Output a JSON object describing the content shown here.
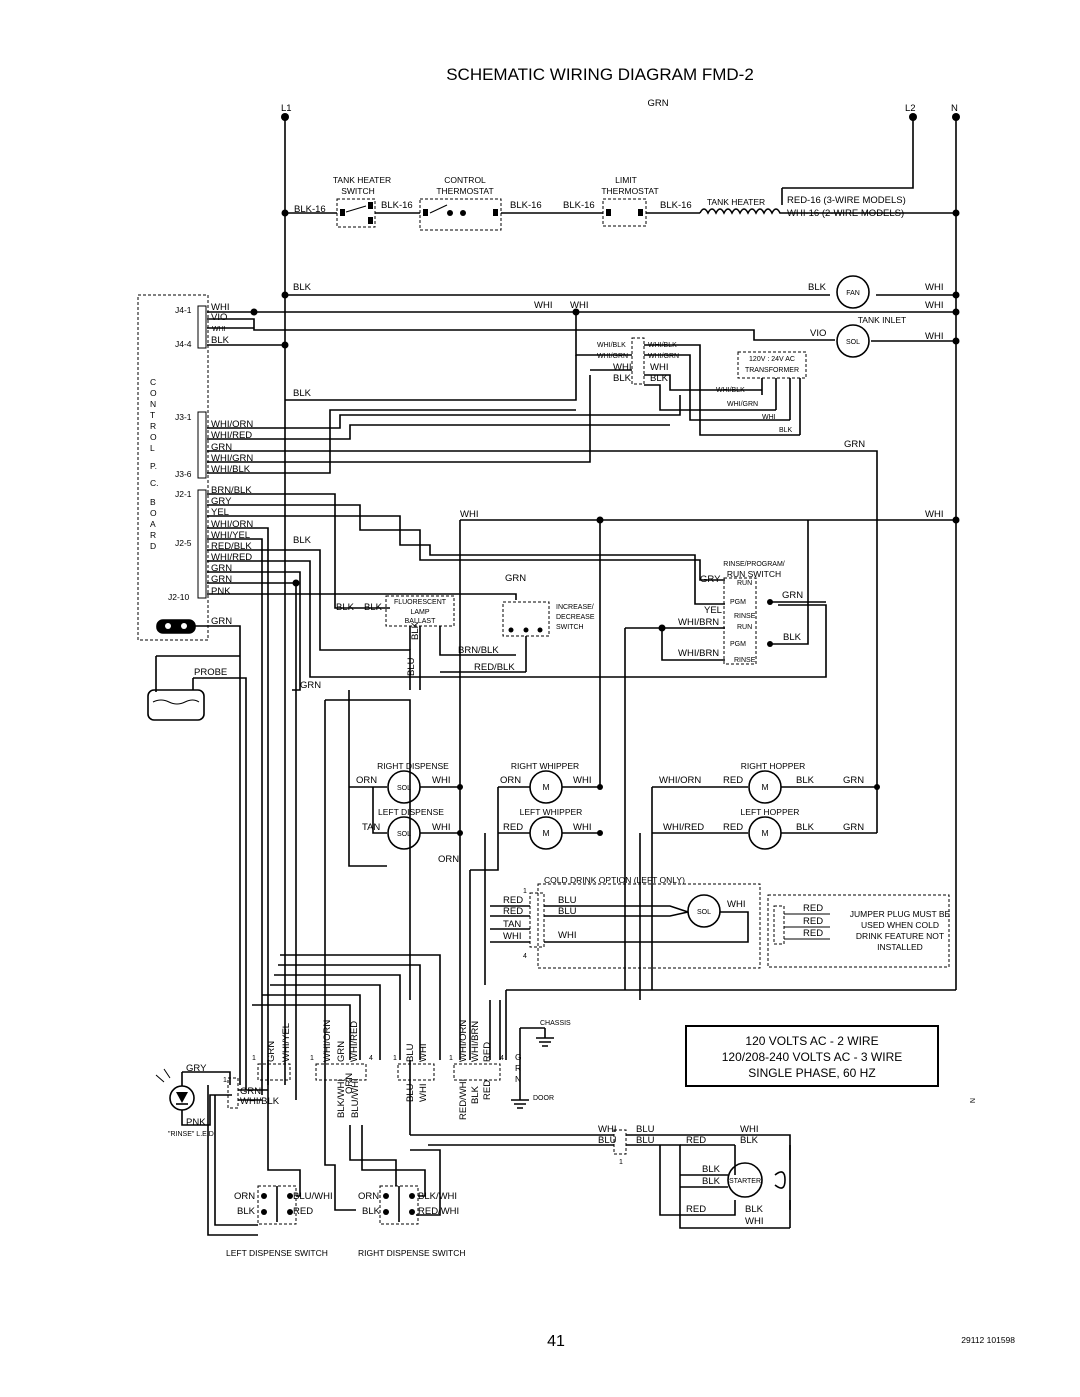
{
  "title": "SCHEMATIC WIRING DIAGRAM  FMD-2",
  "page_number": "41",
  "doc_code": "29112 101598",
  "corner_mark": "N",
  "power_terminals": {
    "l1": "L1",
    "l2": "L2",
    "n": "N",
    "grn": "GRN"
  },
  "top_circuit": {
    "tank_heater_switch": [
      "TANK HEATER",
      "SWITCH"
    ],
    "control_thermostat": [
      "CONTROL",
      "THERMOSTAT"
    ],
    "limit_thermostat": [
      "LIMIT",
      "THERMOSTAT"
    ],
    "tank_heater": "TANK HEATER",
    "wire_blk16": "BLK-16",
    "red16": "RED-16 (3-WIRE MODELS)",
    "whi16": "WHI-16 (2-WIRE MODELS)"
  },
  "control_board": {
    "side_label": [
      "C",
      "O",
      "N",
      "T",
      "R",
      "O",
      "L",
      "",
      "P.",
      "C.",
      "",
      "B",
      "O",
      "A",
      "R",
      "D"
    ],
    "j4_1": "J4-1",
    "j4_4": "J4-4",
    "j3_1": "J3-1",
    "j3_6": "J3-6",
    "j2_1": "J2-1",
    "j2_5": "J2-5",
    "j2_10": "J2-10",
    "j4_wires": [
      "WHI",
      "VIO",
      "WHI",
      "BLK"
    ],
    "j3_wires": [
      "WHI/ORN",
      "WHI/RED",
      "GRN",
      "WHI/GRN",
      "WHI/BLK"
    ],
    "j2_wires": [
      "BRN/BLK",
      "GRY",
      "YEL",
      "WHI/ORN",
      "WHI/YEL",
      "RED/BLK",
      "WHI/RED",
      "GRN",
      "GRN",
      "PNK"
    ],
    "grn_under": "GRN",
    "probe": "PROBE"
  },
  "wire_labels": {
    "blk": "BLK",
    "whi": "WHI",
    "vio": "VIO",
    "grn": "GRN",
    "whiblk": "WHI/BLK",
    "whigrn": "WHI/GRN",
    "brnblk": "BRN/BLK",
    "redblk": "RED/BLK",
    "blu": "BLU",
    "gry": "GRY",
    "yel": "YEL",
    "whibrn": "WHI/BRN",
    "orn": "ORN",
    "tan": "TAN",
    "red": "RED",
    "whiorn": "WHI/ORN",
    "whired": "WHI/RED",
    "pnk": "PNK"
  },
  "components": {
    "fan": "FAN",
    "tank_inlet": "TANK INLET",
    "sol": "SOL",
    "m": "M",
    "transformer": [
      "120V : 24V AC",
      "TRANSFORMER"
    ],
    "ballast": [
      "FLUORESCENT",
      "LAMP",
      "BALLAST"
    ],
    "inc_dec": [
      "INCREASE/",
      "DECREASE",
      "SWITCH"
    ],
    "rinse_switch": [
      "RINSE/PROGRAM/",
      "RUN SWITCH"
    ],
    "run": "RUN",
    "pgm": "PGM",
    "rinse": "RINSE",
    "right_dispense": "RIGHT DISPENSE",
    "left_dispense": "LEFT DISPENSE",
    "right_whipper": "RIGHT WHIPPER",
    "left_whipper": "LEFT WHIPPER",
    "right_hopper": "RIGHT HOPPER",
    "left_hopper": "LEFT HOPPER",
    "cold_drink": "COLD DRINK OPTION (LEFT ONLY)",
    "jumper": [
      "JUMPER PLUG MUST BE",
      "USED WHEN COLD",
      "DRINK FEATURE NOT",
      "INSTALLED"
    ],
    "chassis": "CHASSIS",
    "door": "DOOR",
    "rinse_led": "\"RINSE\" L.E.D.",
    "starter": "STARTER",
    "left_dispense_switch": "LEFT DISPENSE SWITCH",
    "right_dispense_switch": "RIGHT DISPENSE SWITCH"
  },
  "voltage_box": [
    "120 VOLTS AC - 2 WIRE",
    "120/208-240 VOLTS AC - 3 WIRE",
    "SINGLE PHASE, 60 HZ"
  ],
  "vertical_labels": {
    "grn": "GRN",
    "whiyel": "WHI/YEL",
    "whiorn": "WHI/ORN",
    "whired": "WHI/RED",
    "blkwhi": "BLK/WHI",
    "orn": "ORN",
    "bluwhi": "BLU/WHI",
    "blu": "BLU",
    "whi": "WHI",
    "redwhi": "RED/WHI",
    "blk": "BLK",
    "whibrn": "WHI/BRN",
    "red": "RED",
    "g": "G",
    "r": "R",
    "n": "N"
  },
  "pin_numbers": {
    "one": "1",
    "four": "4"
  }
}
